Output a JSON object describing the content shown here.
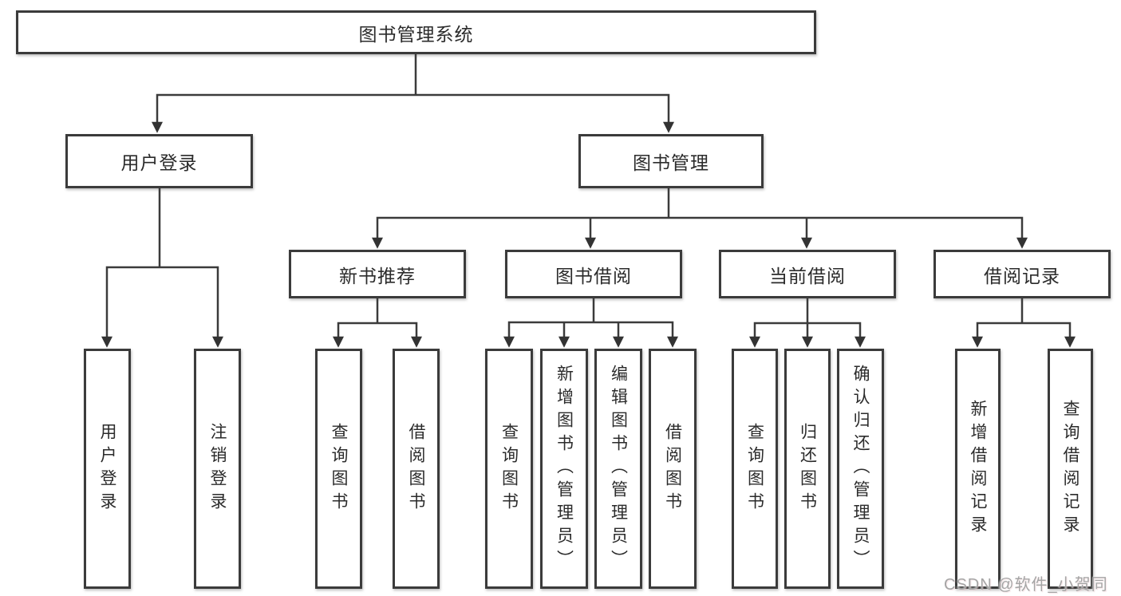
{
  "diagram": {
    "root": "图书管理系统",
    "login": {
      "label": "用户登录",
      "children": [
        "用户登录",
        "注销登录"
      ]
    },
    "management": {
      "label": "图书管理",
      "groups": [
        {
          "label": "新书推荐",
          "children": [
            "查询图书",
            "借阅图书"
          ]
        },
        {
          "label": "图书借阅",
          "children": [
            "查询图书",
            "新增图书（管理员）",
            "编辑图书（管理员）",
            "借阅图书"
          ]
        },
        {
          "label": "当前借阅",
          "children": [
            "查询图书",
            "归还图书",
            "确认归还（管理员）"
          ]
        },
        {
          "label": "借阅记录",
          "children": [
            "新增借阅记录",
            "查询借阅记录"
          ]
        }
      ]
    }
  },
  "watermark": "CSDN @软件_小贺同学",
  "colors": {
    "background": "#ffffff",
    "line": "#3b3b3b",
    "box_border": "#3b3b3b",
    "text": "#2b2b2b",
    "watermark": "#a5a5a5"
  }
}
